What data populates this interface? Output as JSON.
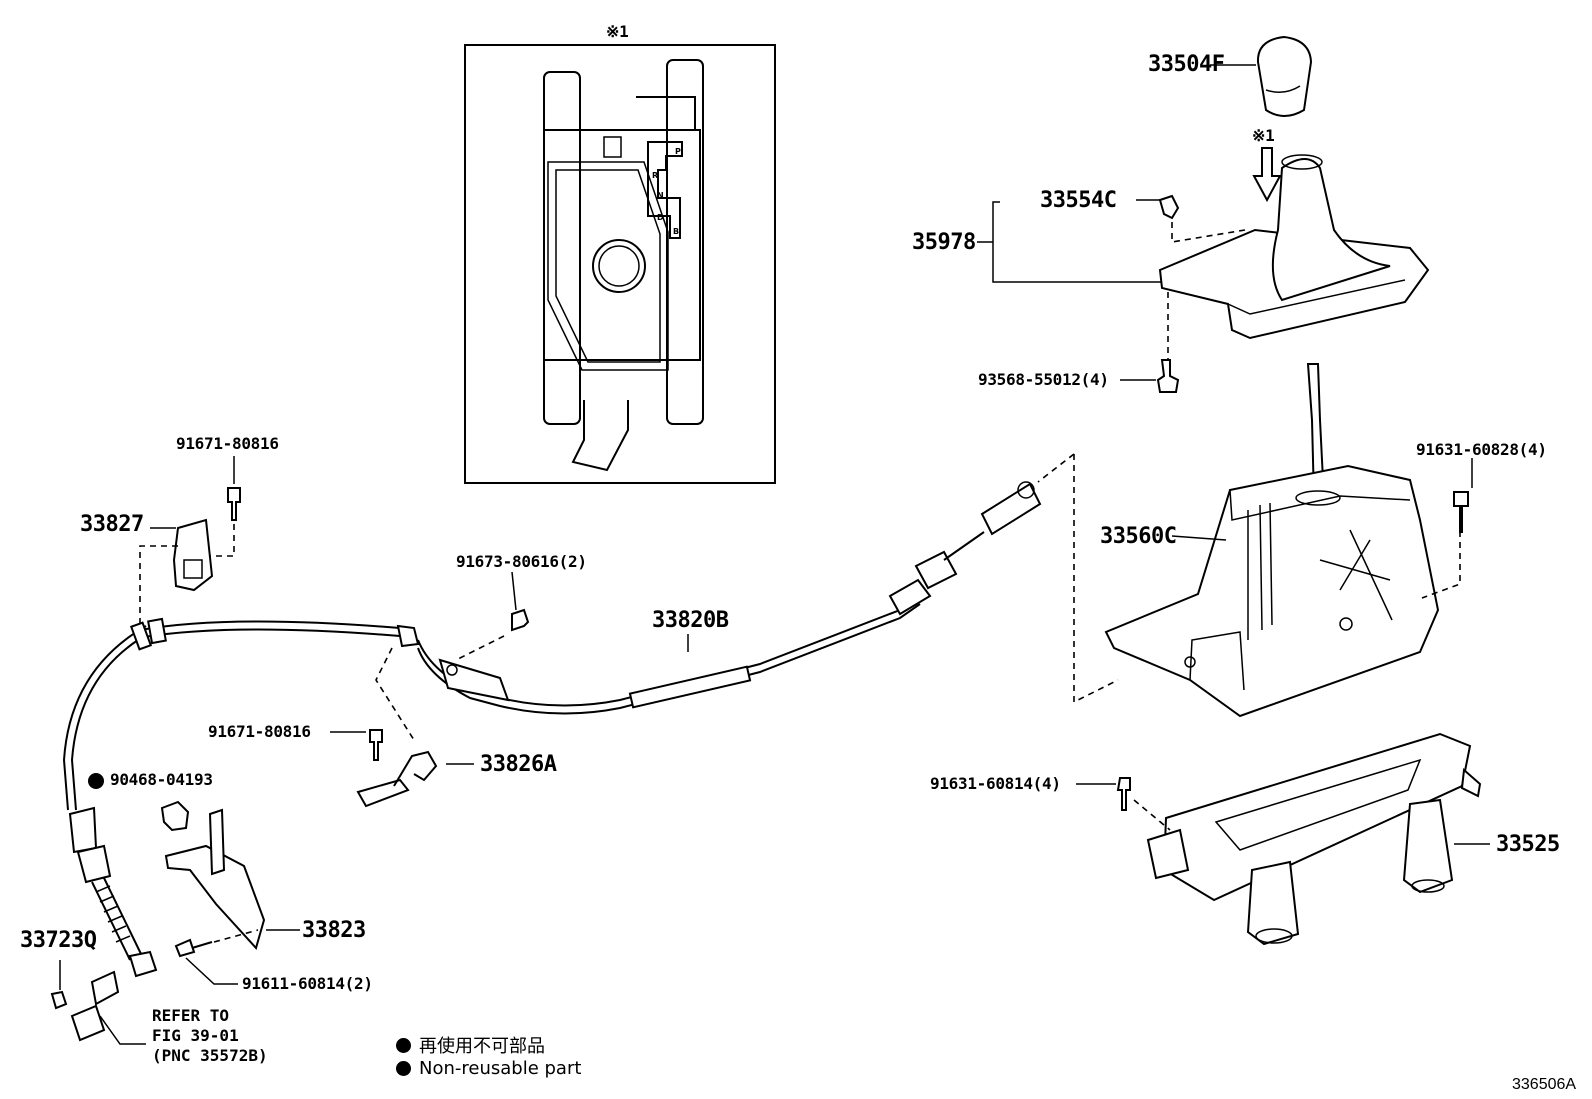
{
  "inset": {
    "marker": "※1"
  },
  "part_labels": {
    "p33504F": "33504F",
    "p33554C": "33554C",
    "p35978": "35978",
    "p93568": "93568-55012(4)",
    "p91631_60828": "91631-60828(4)",
    "p33560C": "33560C",
    "p91631_60814": "91631-60814(4)",
    "p33525": "33525",
    "p91671_top": "91671-80816",
    "p33827": "33827",
    "p91673": "91673-80616(2)",
    "p33820B": "33820B",
    "p91671_mid": "91671-80816",
    "p33826A": "33826A",
    "p90468": "90468-04193",
    "p33823": "33823",
    "p33723Q": "33723Q",
    "p91611": "91611-60814(2)",
    "shifter_marker": "※1"
  },
  "gate_letters": [
    "P",
    "R",
    "N",
    "D",
    "B"
  ],
  "refer_note": [
    "REFER TO",
    "FIG 39-01",
    "(PNC 35572B)"
  ],
  "legend": {
    "japanese": "再使用不可部品",
    "english": "Non-reusable part"
  },
  "figure_id": "336506A"
}
